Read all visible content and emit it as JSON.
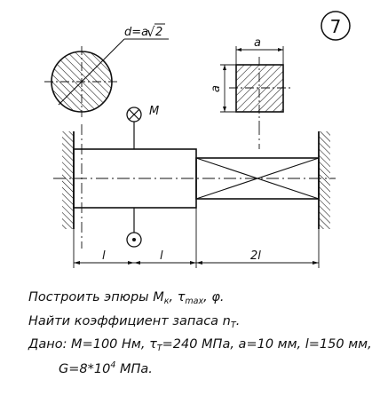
{
  "drawing": {
    "problem_number": "7",
    "round_section_label": "d=a",
    "sqrt_symbol": "√",
    "round_section_label_radicand": "2",
    "square_section_label_a_top": "a",
    "square_section_label_a_side": "a",
    "moment_label": "M",
    "length_left": "l",
    "length_middle": "l",
    "length_right": "2l"
  },
  "task": {
    "line1_prefix": "Построить эпюры M",
    "line1_sub_k": "к",
    "line1_comma1": ", ",
    "line1_tau": "τ",
    "line1_sub_max": "max",
    "line1_suffix": ", φ.",
    "line2_prefix": "Найти коэффициент запаса n",
    "line2_sub": "T",
    "line2_suffix": ".",
    "line3_prefix": "Дано: M=100 Нм, τ",
    "line3_sub": "T",
    "line3_suffix": "=240 МПа, a=10 мм, l=150 мм,",
    "line4_prefix": "G=8*10",
    "line4_sup": "4",
    "line4_suffix": " МПа."
  }
}
